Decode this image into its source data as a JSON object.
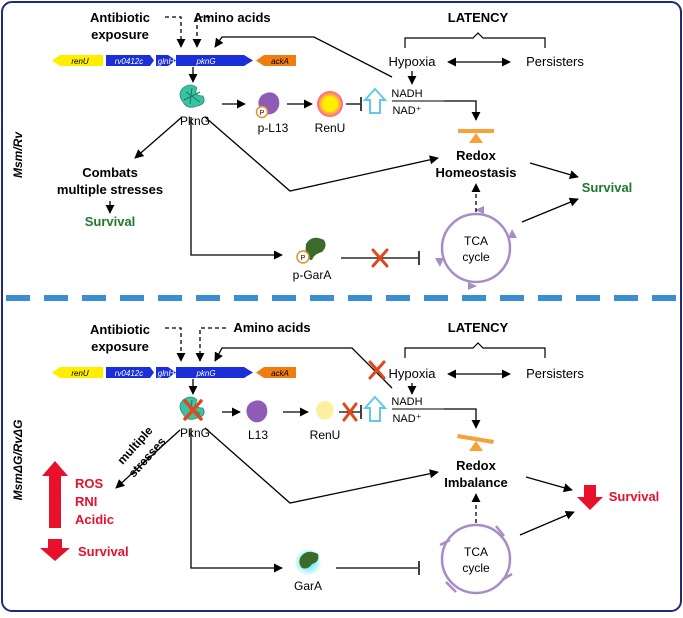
{
  "top": {
    "side_label_a": "Msm",
    "side_label_sep": "/",
    "side_label_b": "Rv",
    "antibiotic_line1": "Antibiotic",
    "antibiotic_line2": "exposure",
    "amino_acids": "Amino acids",
    "latency": "LATENCY",
    "hypoxia": "Hypoxia",
    "persisters": "Persisters",
    "genes": [
      "renU",
      "rv0412c",
      "glnH",
      "pknG",
      "ackA"
    ],
    "pkng": "PknG",
    "pl13": "p-L13",
    "p_symbol": "P",
    "renu": "RenU",
    "nadh": "NADH",
    "nad": "NAD⁺",
    "redox_line1": "Redox",
    "redox_line2": "Homeostasis",
    "survival": "Survival",
    "combats_line1": "Combats",
    "combats_line2": "multiple stresses",
    "survival_left": "Survival",
    "pgara": "p-GarA",
    "tca_line1": "TCA",
    "tca_line2": "cycle"
  },
  "bottom": {
    "side_label": "MsmΔG/RvΔG",
    "antibiotic_line1": "Antibiotic",
    "antibiotic_line2": "exposure",
    "amino_acids": "Amino acids",
    "latency": "LATENCY",
    "hypoxia": "Hypoxia",
    "persisters": "Persisters",
    "genes": [
      "renU",
      "rv0412c",
      "glnH",
      "pknG",
      "ackA"
    ],
    "pkng": "PknG",
    "l13": "L13",
    "renu": "RenU",
    "nadh": "NADH",
    "nad": "NAD⁺",
    "redox_line1": "Redox",
    "redox_line2": "Imbalance",
    "survival": "Survival",
    "stress_line1": "multiple",
    "stress_line2": "stresses",
    "ros": "ROS",
    "rni": "RNI",
    "acidic": "Acidic",
    "survival_left": "Survival",
    "gara": "GarA",
    "tca_line1": "TCA",
    "tca_line2": "cycle"
  },
  "colors": {
    "border": "#1f2a7a",
    "divider": "#3b8fd0",
    "gene_yellow": "#ffee00",
    "gene_blue": "#1a2fd8",
    "gene_orange": "#f07d10",
    "survival_green": "#1f7a2e",
    "stress_red": "#e8102a",
    "tca_purple": "#a88cc4",
    "purple_blob": "#8e5bb5",
    "cross_red": "#e0481e",
    "balance_orange": "#f6a13a",
    "up_arrow_cyan": "#64c8ec"
  }
}
